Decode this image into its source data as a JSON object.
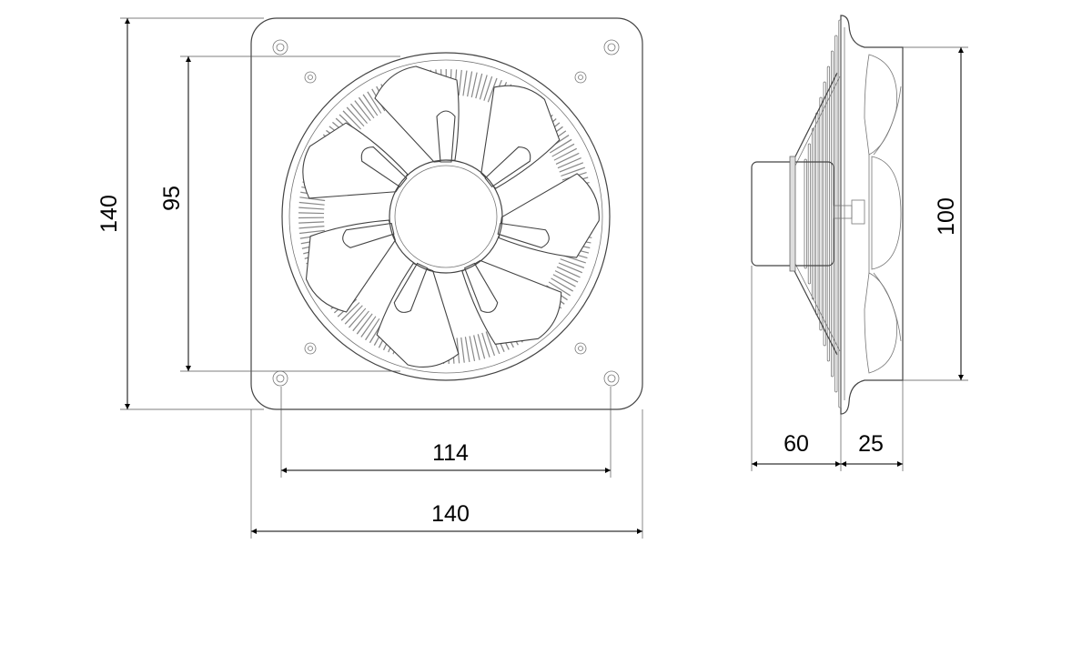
{
  "drawing": {
    "front_view": {
      "dimensions": {
        "overall_height": "140",
        "hole_spacing_vertical": "95",
        "hole_spacing_horizontal": "114",
        "overall_width": "140"
      },
      "blade_count": 7
    },
    "side_view": {
      "dimensions": {
        "motor_depth": "60",
        "shroud_depth": "25",
        "shroud_diameter": "100"
      }
    }
  }
}
